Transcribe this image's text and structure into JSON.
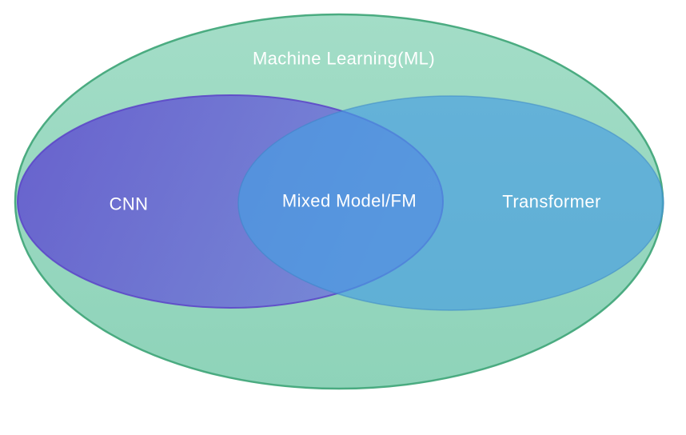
{
  "diagram": {
    "type": "venn",
    "title": "Machine Learning(ML)",
    "sets": [
      {
        "label": "CNN"
      },
      {
        "label": "Transformer"
      }
    ],
    "intersection": {
      "label": "Mixed Model/FM"
    }
  },
  "colors": {
    "background": "#ffffff",
    "ml_fill_top": "#a3ddc7",
    "ml_fill_bottom": "#8ed3b9",
    "ml_border": "#43a87b",
    "cnn_fill_left": "#5c46cf",
    "cnn_fill_right": "#7179dc",
    "cnn_border": "#5a43c8",
    "transformer_fill": "#489de2",
    "transformer_border": "#3a86c9",
    "label_color": "#ffffff"
  }
}
